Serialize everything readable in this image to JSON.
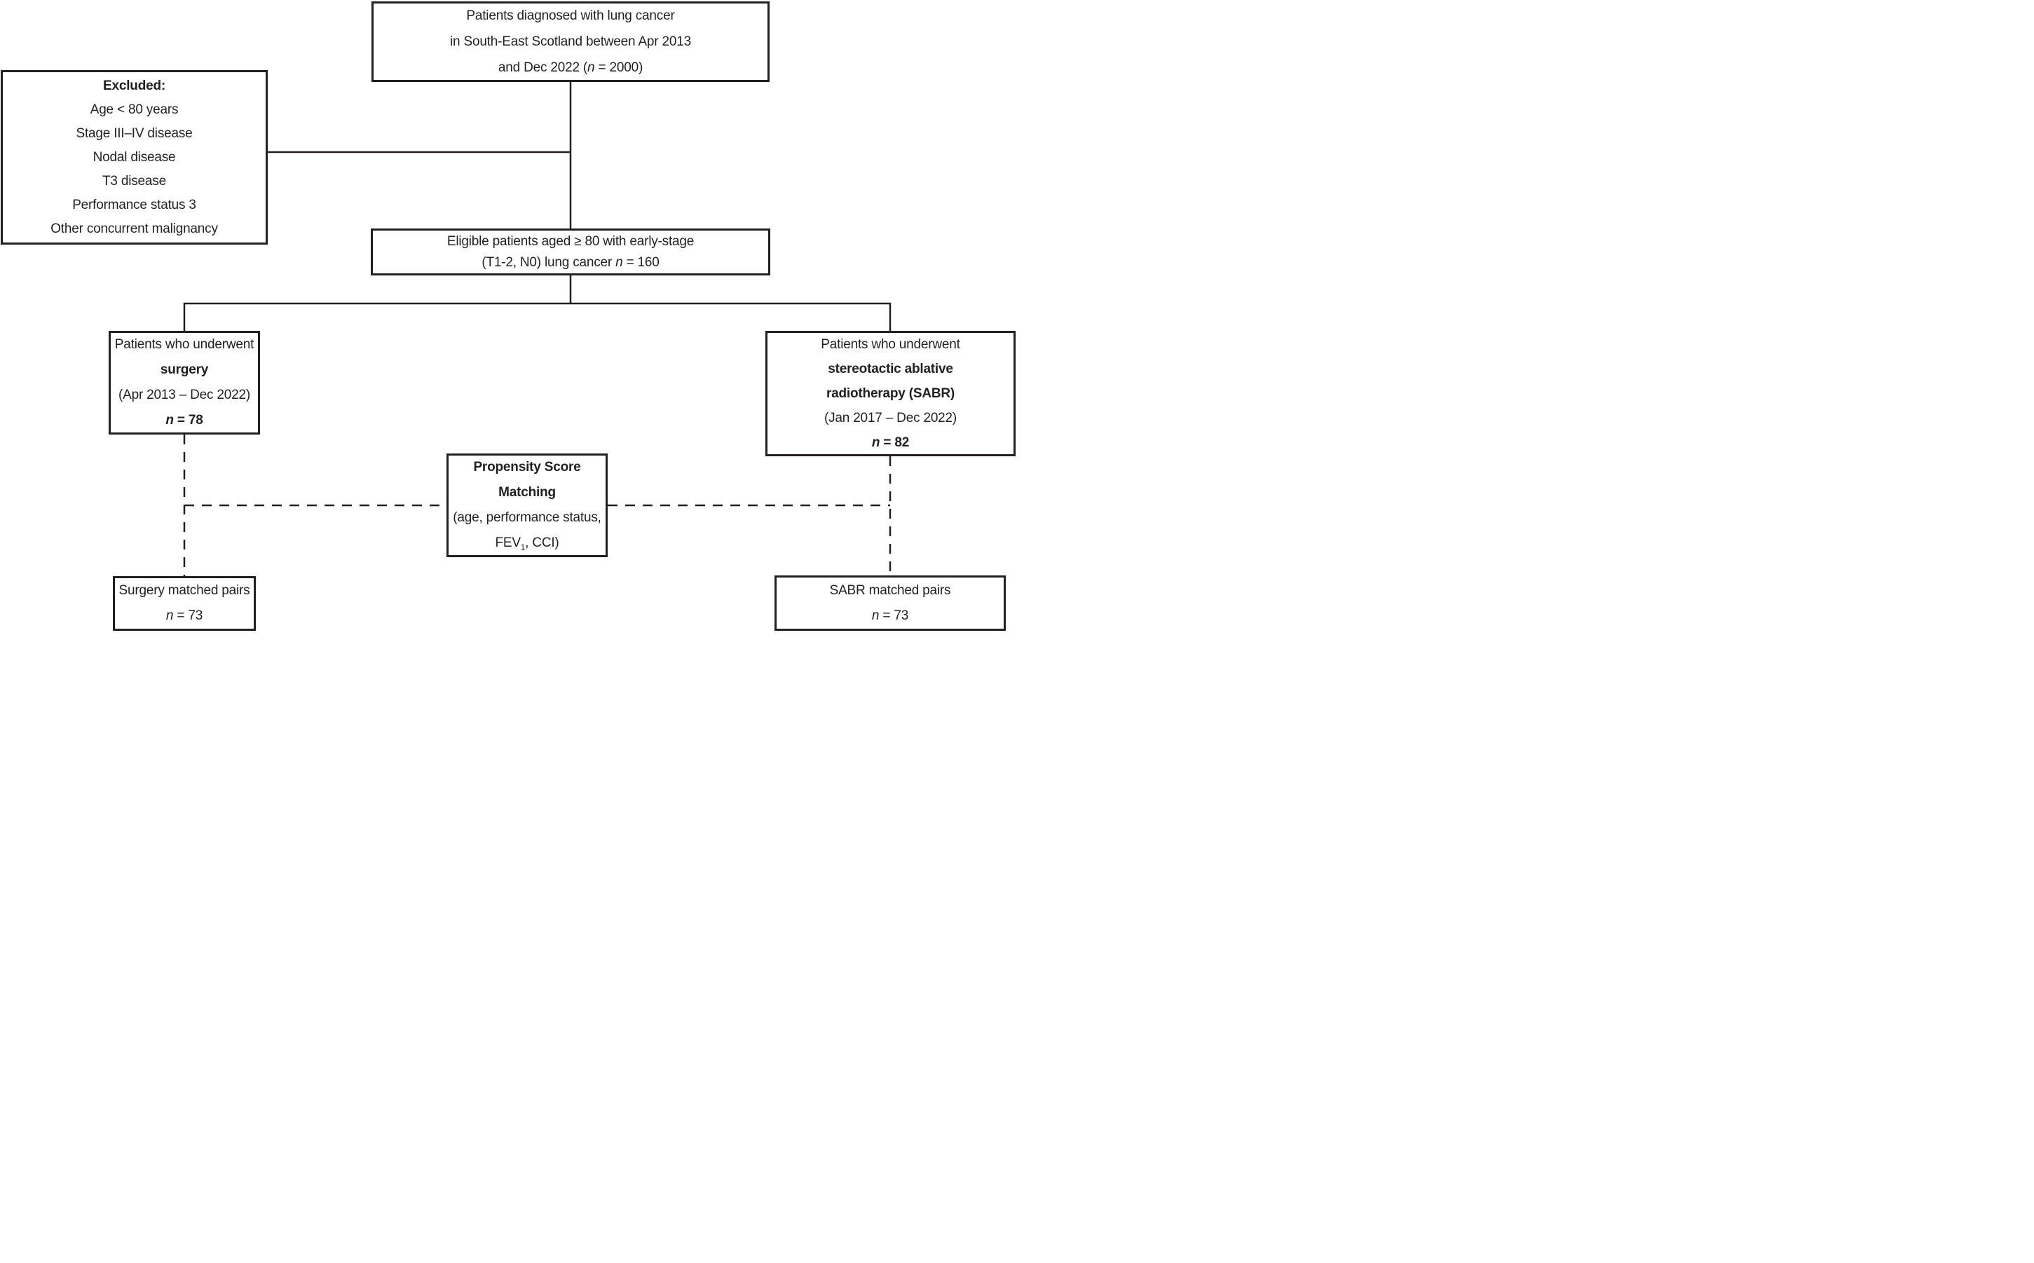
{
  "diagram": {
    "colors": {
      "ink": "#231f20",
      "background": "#ffffff"
    },
    "boxes": {
      "source": {
        "line1": "Patients diagnosed with lung cancer",
        "line2": "in South-East Scotland between Apr 2013",
        "line3_pre": "and Dec 2022 (",
        "n_symbol": "n",
        "line3_post": " = 2000)"
      },
      "excluded": {
        "heading": "Excluded:",
        "items": [
          "Age < 80 years",
          "Stage III–IV disease",
          "Nodal disease",
          "T3 disease",
          "Performance status 3",
          "Other concurrent malignancy"
        ]
      },
      "eligible": {
        "line1": "Eligible patients aged ≥ 80 with early-stage",
        "line2_pre": "(T1-2, N0) lung cancer ",
        "n_symbol": "n",
        "line2_post": " = 160"
      },
      "surgery": {
        "line1": "Patients who underwent",
        "line2_bold": "surgery",
        "line3": "(Apr 2013 – Dec 2022)",
        "n_symbol": "n",
        "n_value": " = 78"
      },
      "sabr": {
        "line1": "Patients who underwent",
        "line2_bold": "stereotactic ablative",
        "line3_bold": "radiotherapy (SABR)",
        "line4": "(Jan 2017 – Dec 2022)",
        "n_symbol": "n",
        "n_value": " = 82"
      },
      "psm": {
        "line1_bold": "Propensity Score",
        "line2_bold": "Matching",
        "line3": "(age, performance status,",
        "line4_pre": "FEV",
        "line4_sub": "1",
        "line4_post": ", CCI)"
      },
      "surgery_matched": {
        "line1": "Surgery matched pairs",
        "n_symbol": "n",
        "n_value": " = 73"
      },
      "sabr_matched": {
        "line1": "SABR matched pairs",
        "n_symbol": "n",
        "n_value": " = 73"
      }
    }
  }
}
